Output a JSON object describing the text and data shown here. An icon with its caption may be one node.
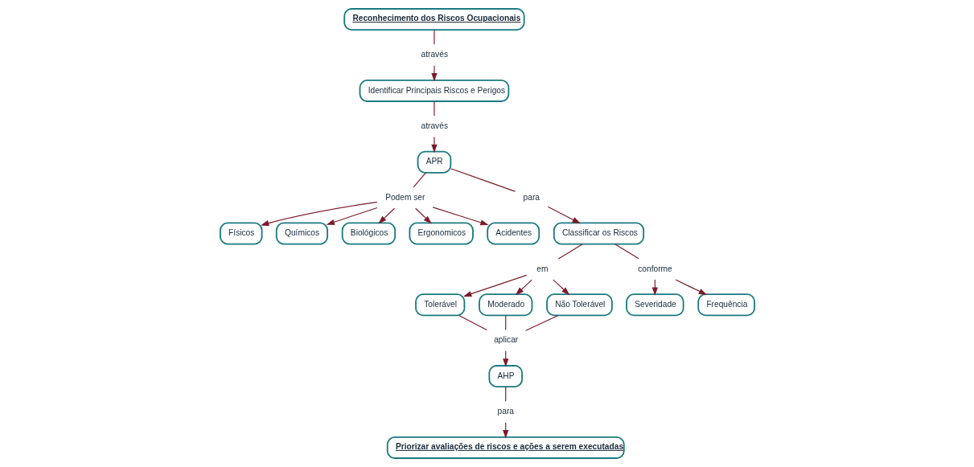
{
  "diagram": {
    "nodes": [
      {
        "text": [
          "Reconhecimento dos Riscos Ocupacionais"
        ]
      },
      {
        "text": [
          "através"
        ]
      },
      {
        "text": [
          "Identificar Principais Riscos e Perigos"
        ]
      },
      {
        "text": [
          "através"
        ]
      },
      {
        "text": [
          "APR"
        ]
      },
      {
        "text": [
          "Podem ser"
        ]
      },
      {
        "text": [
          "Físicos"
        ]
      },
      {
        "text": [
          "Químicos"
        ]
      },
      {
        "text": [
          "Biológicos"
        ]
      },
      {
        "text": [
          "Ergonomicos"
        ]
      },
      {
        "text": [
          "Acidentes"
        ]
      },
      {
        "text": [
          "para"
        ]
      },
      {
        "text": [
          "Classificar os Riscos"
        ]
      },
      {
        "text": [
          "em"
        ]
      },
      {
        "text": [
          "Tolerável"
        ]
      },
      {
        "text": [
          "Moderado"
        ]
      },
      {
        "text": [
          "Não Tolerável"
        ]
      },
      {
        "text": [
          "aplicar"
        ]
      },
      {
        "text": [
          "AHP"
        ]
      },
      {
        "text": [
          "para"
        ]
      },
      {
        "text": [
          "Priorizar avaliações de riscos e ações a serem executadas"
        ]
      },
      {
        "text": [
          "conforme"
        ]
      },
      {
        "text": [
          "Severidade"
        ]
      },
      {
        "text": [
          "Frequência"
        ]
      }
    ],
    "edges": [
      {
        "from": 0,
        "to": 1,
        "arrow": "none"
      },
      {
        "from": 1,
        "to": 2,
        "arrow": "to"
      },
      {
        "from": 2,
        "to": 3,
        "arrow": "none"
      },
      {
        "from": 3,
        "to": 4,
        "arrow": "to"
      },
      {
        "from": 4,
        "to": 5,
        "arrow": "none"
      },
      {
        "from": 5,
        "to": 6,
        "arrow": "to"
      },
      {
        "from": 5,
        "to": 7,
        "arrow": "to"
      },
      {
        "from": 5,
        "to": 8,
        "arrow": "to"
      },
      {
        "from": 5,
        "to": 9,
        "arrow": "to"
      },
      {
        "from": 5,
        "to": 10,
        "arrow": "to"
      },
      {
        "from": 4,
        "to": 11,
        "arrow": "none"
      },
      {
        "from": 11,
        "to": 12,
        "arrow": "to"
      },
      {
        "from": 12,
        "to": 13,
        "arrow": "none"
      },
      {
        "from": 13,
        "to": 14,
        "arrow": "to"
      },
      {
        "from": 13,
        "to": 15,
        "arrow": "to"
      },
      {
        "from": 13,
        "to": 16,
        "arrow": "to"
      },
      {
        "from": 14,
        "to": 17,
        "arrow": "none"
      },
      {
        "from": 15,
        "to": 17,
        "arrow": "none"
      },
      {
        "from": 16,
        "to": 17,
        "arrow": "none"
      },
      {
        "from": 17,
        "to": 18,
        "arrow": "to"
      },
      {
        "from": 18,
        "to": 19,
        "arrow": "none"
      },
      {
        "from": 19,
        "to": 20,
        "arrow": "to"
      },
      {
        "from": 12,
        "to": 21,
        "arrow": "none"
      },
      {
        "from": 21,
        "to": 22,
        "arrow": "to"
      },
      {
        "from": 21,
        "to": 23,
        "arrow": "to"
      }
    ]
  }
}
